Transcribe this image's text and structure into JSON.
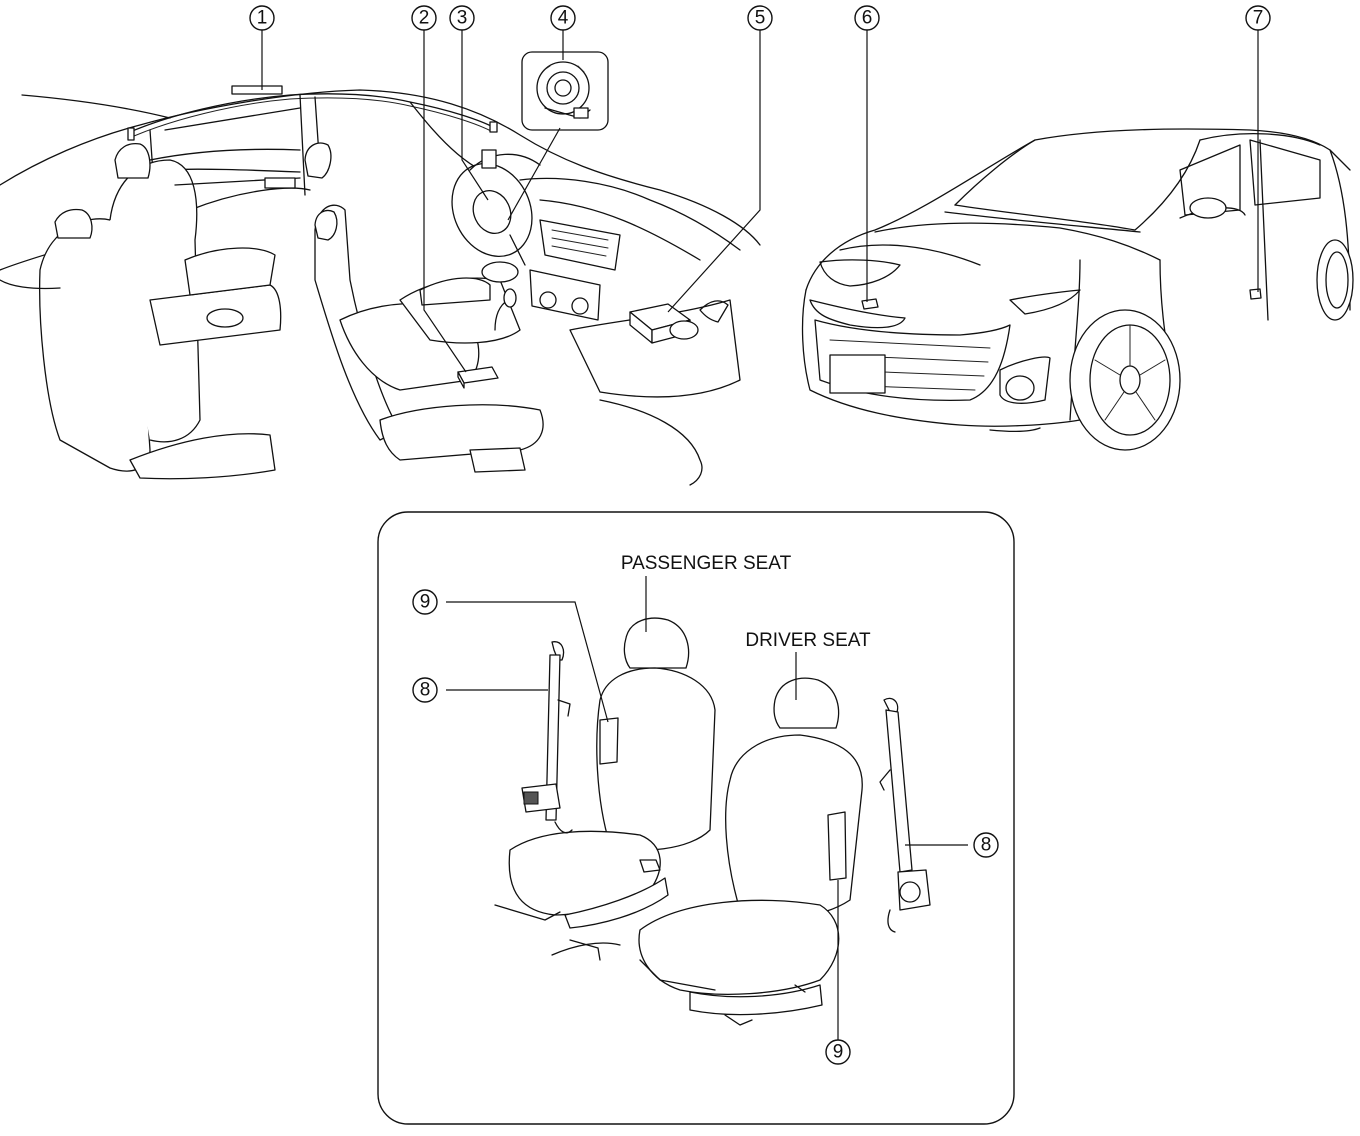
{
  "callouts": [
    {
      "id": "1",
      "label": "1"
    },
    {
      "id": "2",
      "label": "2"
    },
    {
      "id": "3",
      "label": "3"
    },
    {
      "id": "4",
      "label": "4"
    },
    {
      "id": "5",
      "label": "5"
    },
    {
      "id": "6",
      "label": "6"
    },
    {
      "id": "7",
      "label": "7"
    },
    {
      "id": "8a",
      "label": "8"
    },
    {
      "id": "8b",
      "label": "8"
    },
    {
      "id": "9a",
      "label": "9"
    },
    {
      "id": "9b",
      "label": "9"
    }
  ],
  "inset": {
    "passenger_seat_label": "PASSENGER SEAT",
    "driver_seat_label": "DRIVER SEAT"
  }
}
